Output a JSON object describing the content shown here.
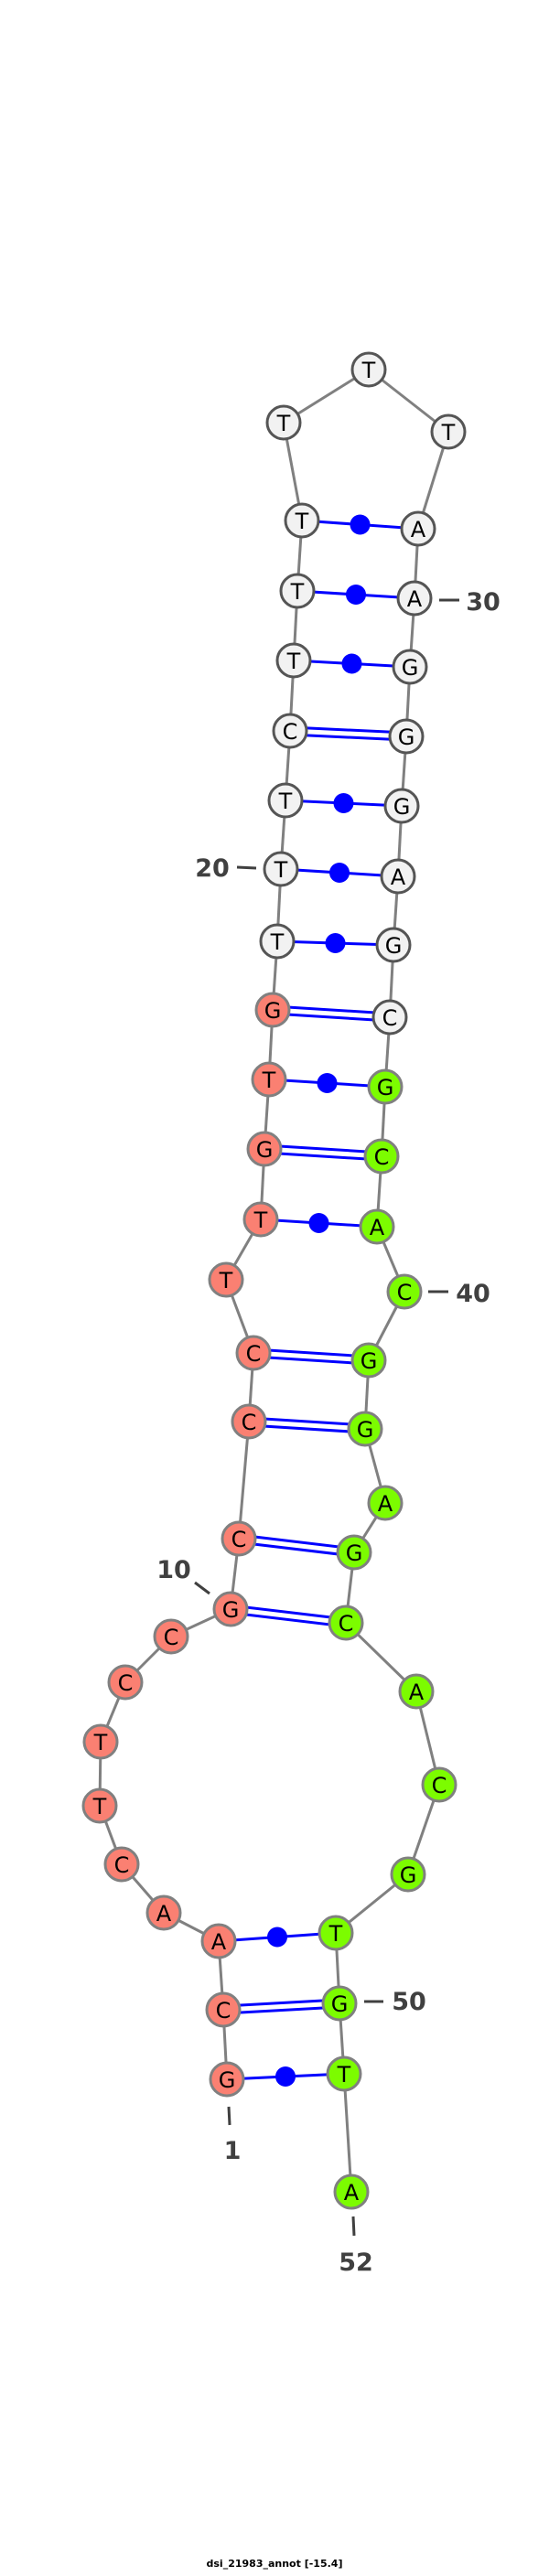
{
  "title": "dsi_21983_annot [-15.4]",
  "sequence": [
    "G",
    "C",
    "A",
    "A",
    "C",
    "T",
    "T",
    "C",
    "C",
    "G",
    "C",
    "C",
    "C",
    "T",
    "T",
    "G",
    "T",
    "G",
    "T",
    "T",
    "T",
    "C",
    "T",
    "T",
    "T",
    "T",
    "T",
    "T",
    "A",
    "A",
    "G",
    "G",
    "G",
    "A",
    "G",
    "C",
    "G",
    "C",
    "A",
    "C",
    "G",
    "G",
    "A",
    "G",
    "C",
    "A",
    "C",
    "G",
    "T",
    "G",
    "T",
    "A"
  ],
  "colors": {
    "region_5p": "#fa8072",
    "loop": "#f2f2f2",
    "region_3p": "#7cfc00",
    "pair": "#0000ff",
    "backbone": "#808080"
  },
  "regions": {
    "region_5p": [
      1,
      18
    ],
    "loop": [
      19,
      36
    ],
    "region_3p": [
      37,
      52
    ]
  },
  "pairs": [
    {
      "i": 1,
      "j": 51,
      "type": "wobble"
    },
    {
      "i": 2,
      "j": 50,
      "type": "canonical"
    },
    {
      "i": 3,
      "j": 49,
      "type": "wobble"
    },
    {
      "i": 10,
      "j": 45,
      "type": "canonical"
    },
    {
      "i": 11,
      "j": 44,
      "type": "canonical"
    },
    {
      "i": 12,
      "j": 42,
      "type": "canonical"
    },
    {
      "i": 13,
      "j": 41,
      "type": "canonical"
    },
    {
      "i": 15,
      "j": 39,
      "type": "wobble"
    },
    {
      "i": 16,
      "j": 38,
      "type": "canonical"
    },
    {
      "i": 17,
      "j": 37,
      "type": "wobble"
    },
    {
      "i": 18,
      "j": 36,
      "type": "canonical"
    },
    {
      "i": 19,
      "j": 35,
      "type": "wobble"
    },
    {
      "i": 20,
      "j": 34,
      "type": "wobble"
    },
    {
      "i": 21,
      "j": 33,
      "type": "wobble"
    },
    {
      "i": 22,
      "j": 32,
      "type": "canonical"
    },
    {
      "i": 23,
      "j": 31,
      "type": "wobble"
    },
    {
      "i": 24,
      "j": 30,
      "type": "wobble"
    },
    {
      "i": 25,
      "j": 29,
      "type": "wobble"
    }
  ],
  "position_labels": [
    "1",
    "10",
    "20",
    "30",
    "40",
    "50",
    "52"
  ]
}
